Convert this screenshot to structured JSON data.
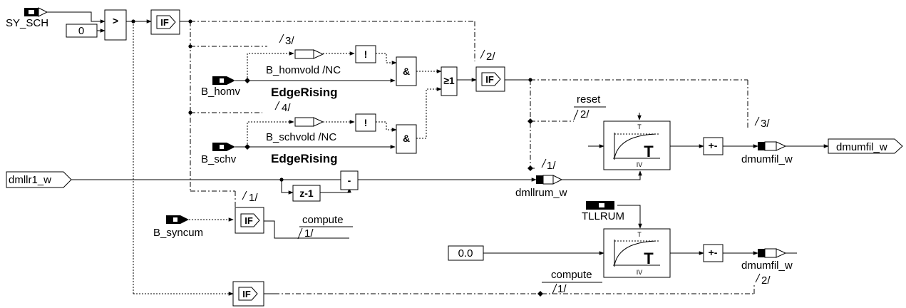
{
  "inputs": {
    "sy_sch": "SY_SCH",
    "b_homv": "B_homv",
    "b_schv": "B_schv",
    "b_syncum": "B_syncum",
    "tllrum": "TLLRUM",
    "dmllr1_w": "dmllr1_w"
  },
  "constants": {
    "zero": "0",
    "zero_float": "0.0"
  },
  "operators": {
    "greater": ">",
    "if": "IF",
    "not": "!",
    "and": "&",
    "or": "≥1",
    "minus": "-",
    "delay": "z-1",
    "sign": "+-",
    "t": "T",
    "t_top": "T",
    "iv": "IV"
  },
  "labels": {
    "b_homvold": "B_homvold /NC",
    "b_schvold": "B_schvold /NC",
    "edge_rising": "EdgeRising",
    "reset": "reset",
    "compute": "compute",
    "dmllrum_w": "dmllrum_w",
    "dmumfil_w": "dmumfil_w"
  },
  "outputs": {
    "dmumfil_w": "dmumfil_w"
  },
  "sequence": {
    "s1": "1/",
    "s2": "2/",
    "s3": "3/",
    "s4": "4/"
  }
}
